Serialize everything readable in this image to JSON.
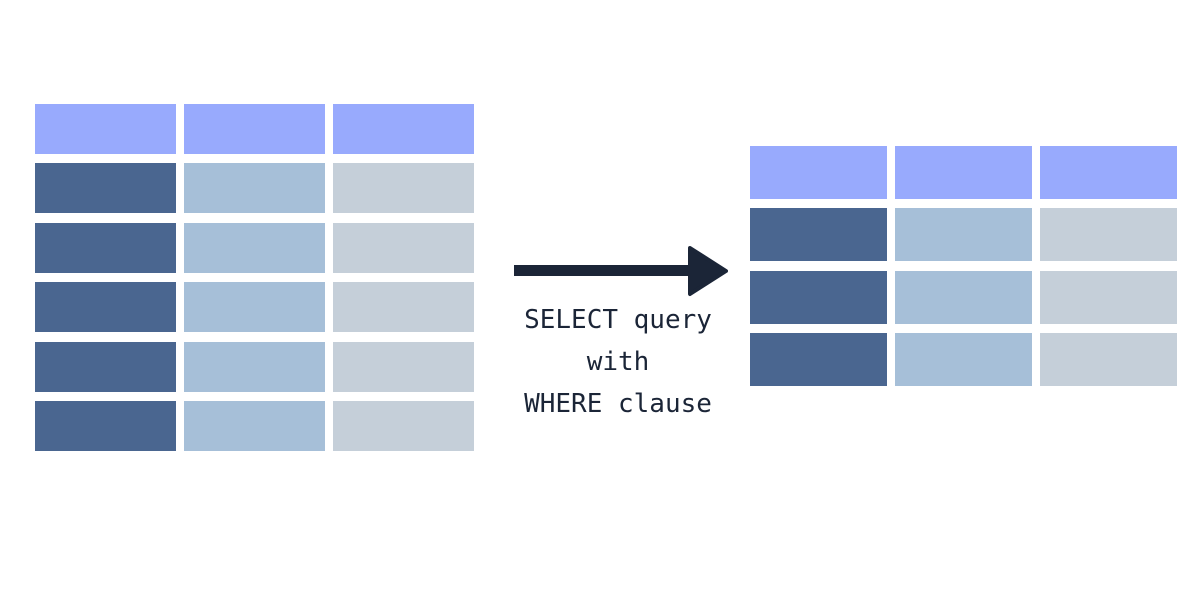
{
  "colors": {
    "header": "#98aafd",
    "column_1": "#4a6690",
    "column_2": "#a6bfd8",
    "column_3": "#c5cfd9",
    "arrow": "#1b2537",
    "text": "#1b2537"
  },
  "source_table": {
    "columns": 3,
    "header_rows": 1,
    "data_rows": 5
  },
  "result_table": {
    "columns": 3,
    "header_rows": 1,
    "data_rows": 3
  },
  "arrow_icon": "right-arrow-icon",
  "caption": {
    "line_1": "SELECT query",
    "line_2": "with",
    "line_3": "WHERE clause"
  }
}
